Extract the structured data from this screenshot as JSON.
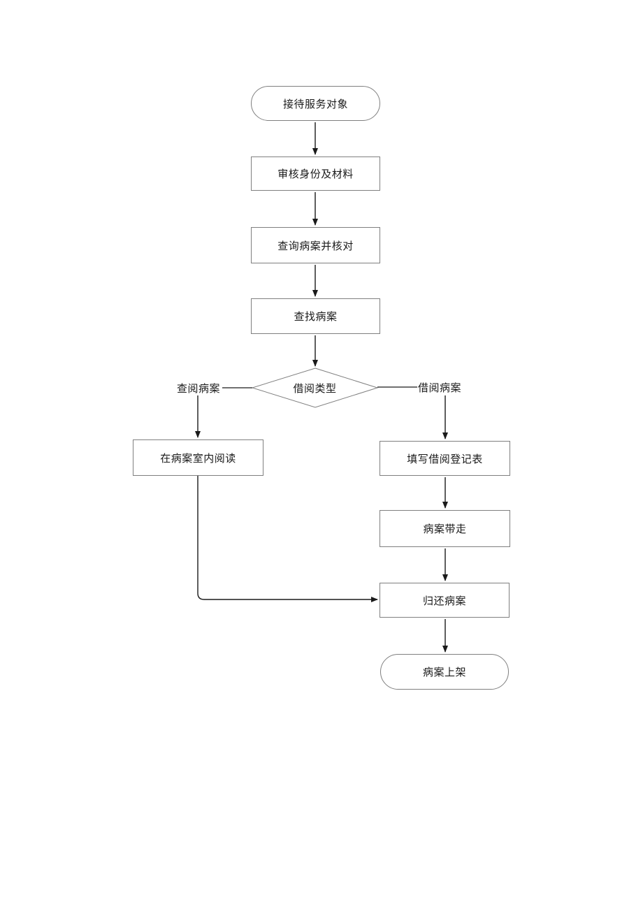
{
  "flowchart": {
    "nodes": {
      "start": {
        "label": "接待服务对象",
        "type": "terminator"
      },
      "verify_identity": {
        "label": "审核身份及材料",
        "type": "process"
      },
      "query_and_check": {
        "label": "查询病案并核对",
        "type": "process"
      },
      "find_record": {
        "label": "查找病案",
        "type": "process"
      },
      "borrow_type": {
        "label": "借阅类型",
        "type": "decision"
      },
      "branch_consult": {
        "label": "查阅病案",
        "type": "branch-label"
      },
      "branch_borrow": {
        "label": "借阅病案",
        "type": "branch-label"
      },
      "read_in_room": {
        "label": "在病案室内阅读",
        "type": "process"
      },
      "fill_register": {
        "label": "填写借阅登记表",
        "type": "process"
      },
      "take_away": {
        "label": "病案带走",
        "type": "process"
      },
      "return_record": {
        "label": "归还病案",
        "type": "process"
      },
      "shelve_record": {
        "label": "病案上架",
        "type": "terminator"
      }
    },
    "colors": {
      "background": "#ffffff",
      "node_border": "#7f7f7f",
      "connector": "#1a1a1a",
      "text": "#1a1a1a"
    }
  }
}
